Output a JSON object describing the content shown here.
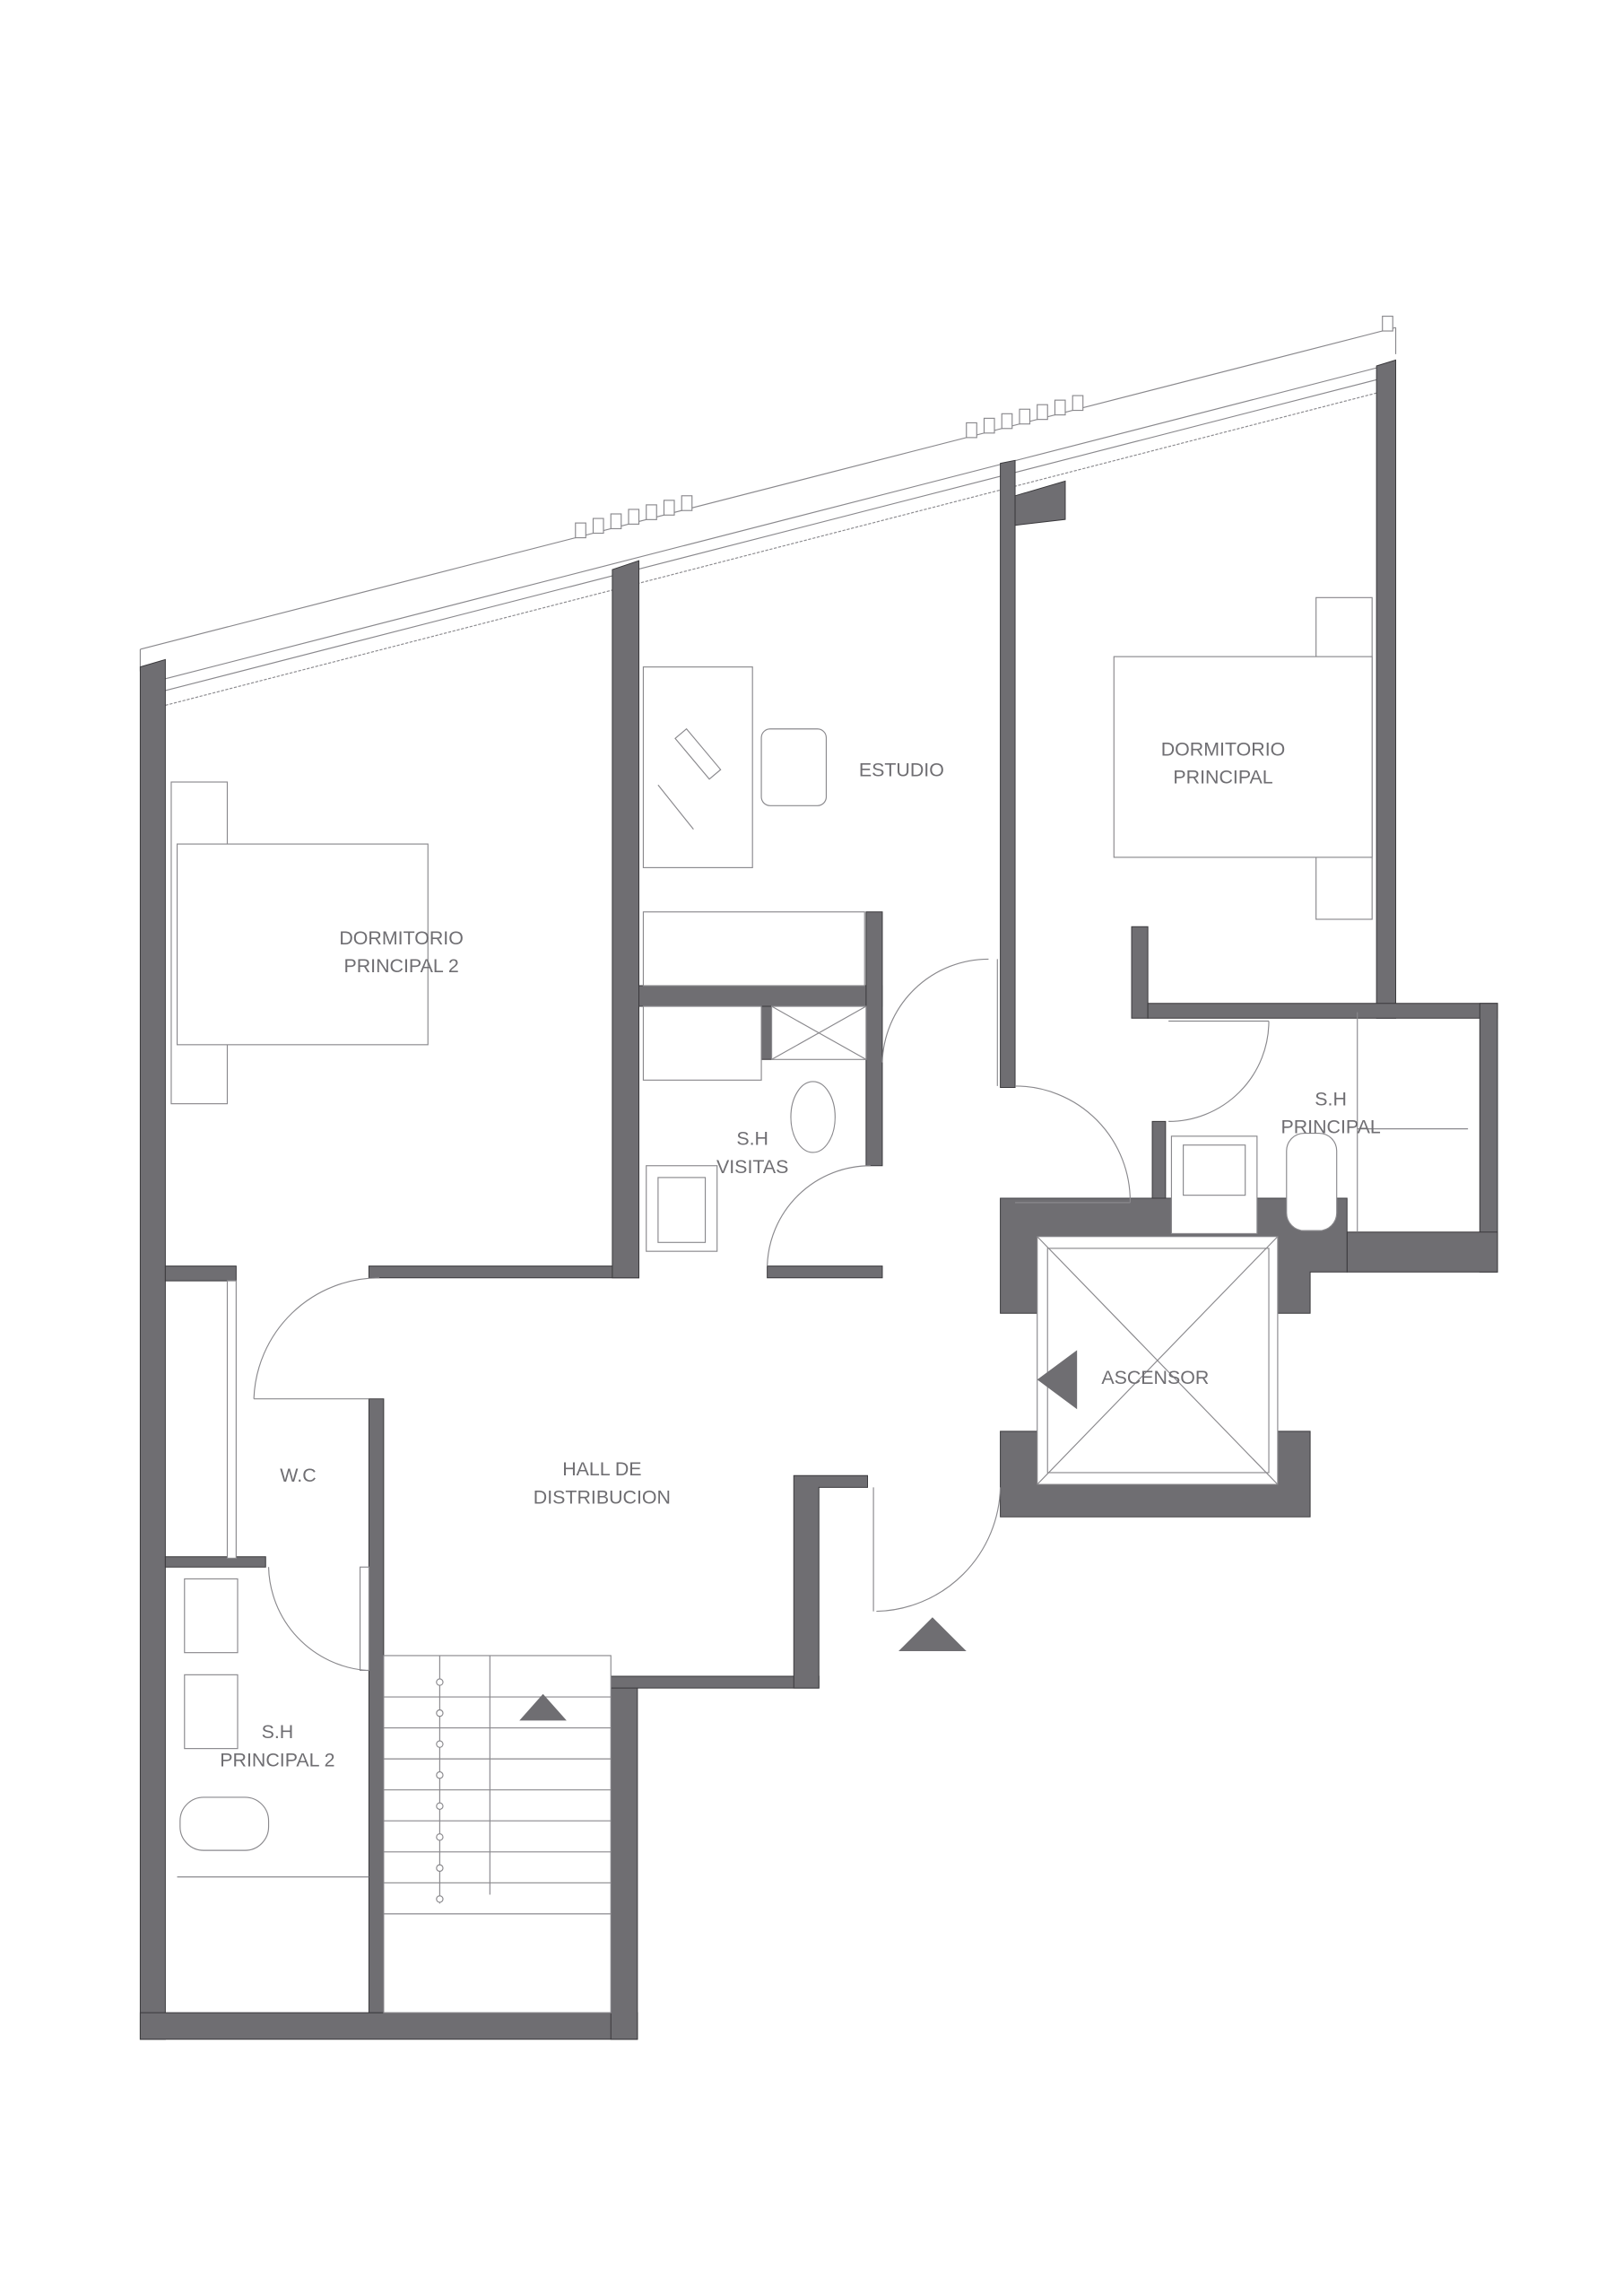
{
  "plan": {
    "rooms": {
      "dormitorio_principal_2": [
        "DORMITORIO",
        "PRINCIPAL 2"
      ],
      "estudio": [
        "ESTUDIO"
      ],
      "dormitorio_principal": [
        "DORMITORIO",
        "PRINCIPAL"
      ],
      "sh_visitas": [
        "S.H",
        "VISITAS"
      ],
      "sh_principal": [
        "S.H",
        "PRINCIPAL"
      ],
      "ascensor": [
        "ASCENSOR"
      ],
      "hall": [
        "HALL DE",
        "DISTRIBUCION"
      ],
      "wc": [
        "W.C"
      ],
      "sh_principal_2": [
        "S.H",
        "PRINCIPAL 2"
      ]
    },
    "colors": {
      "wall": "#6f6e72",
      "line": "#8a898d",
      "background": "#ffffff"
    }
  }
}
